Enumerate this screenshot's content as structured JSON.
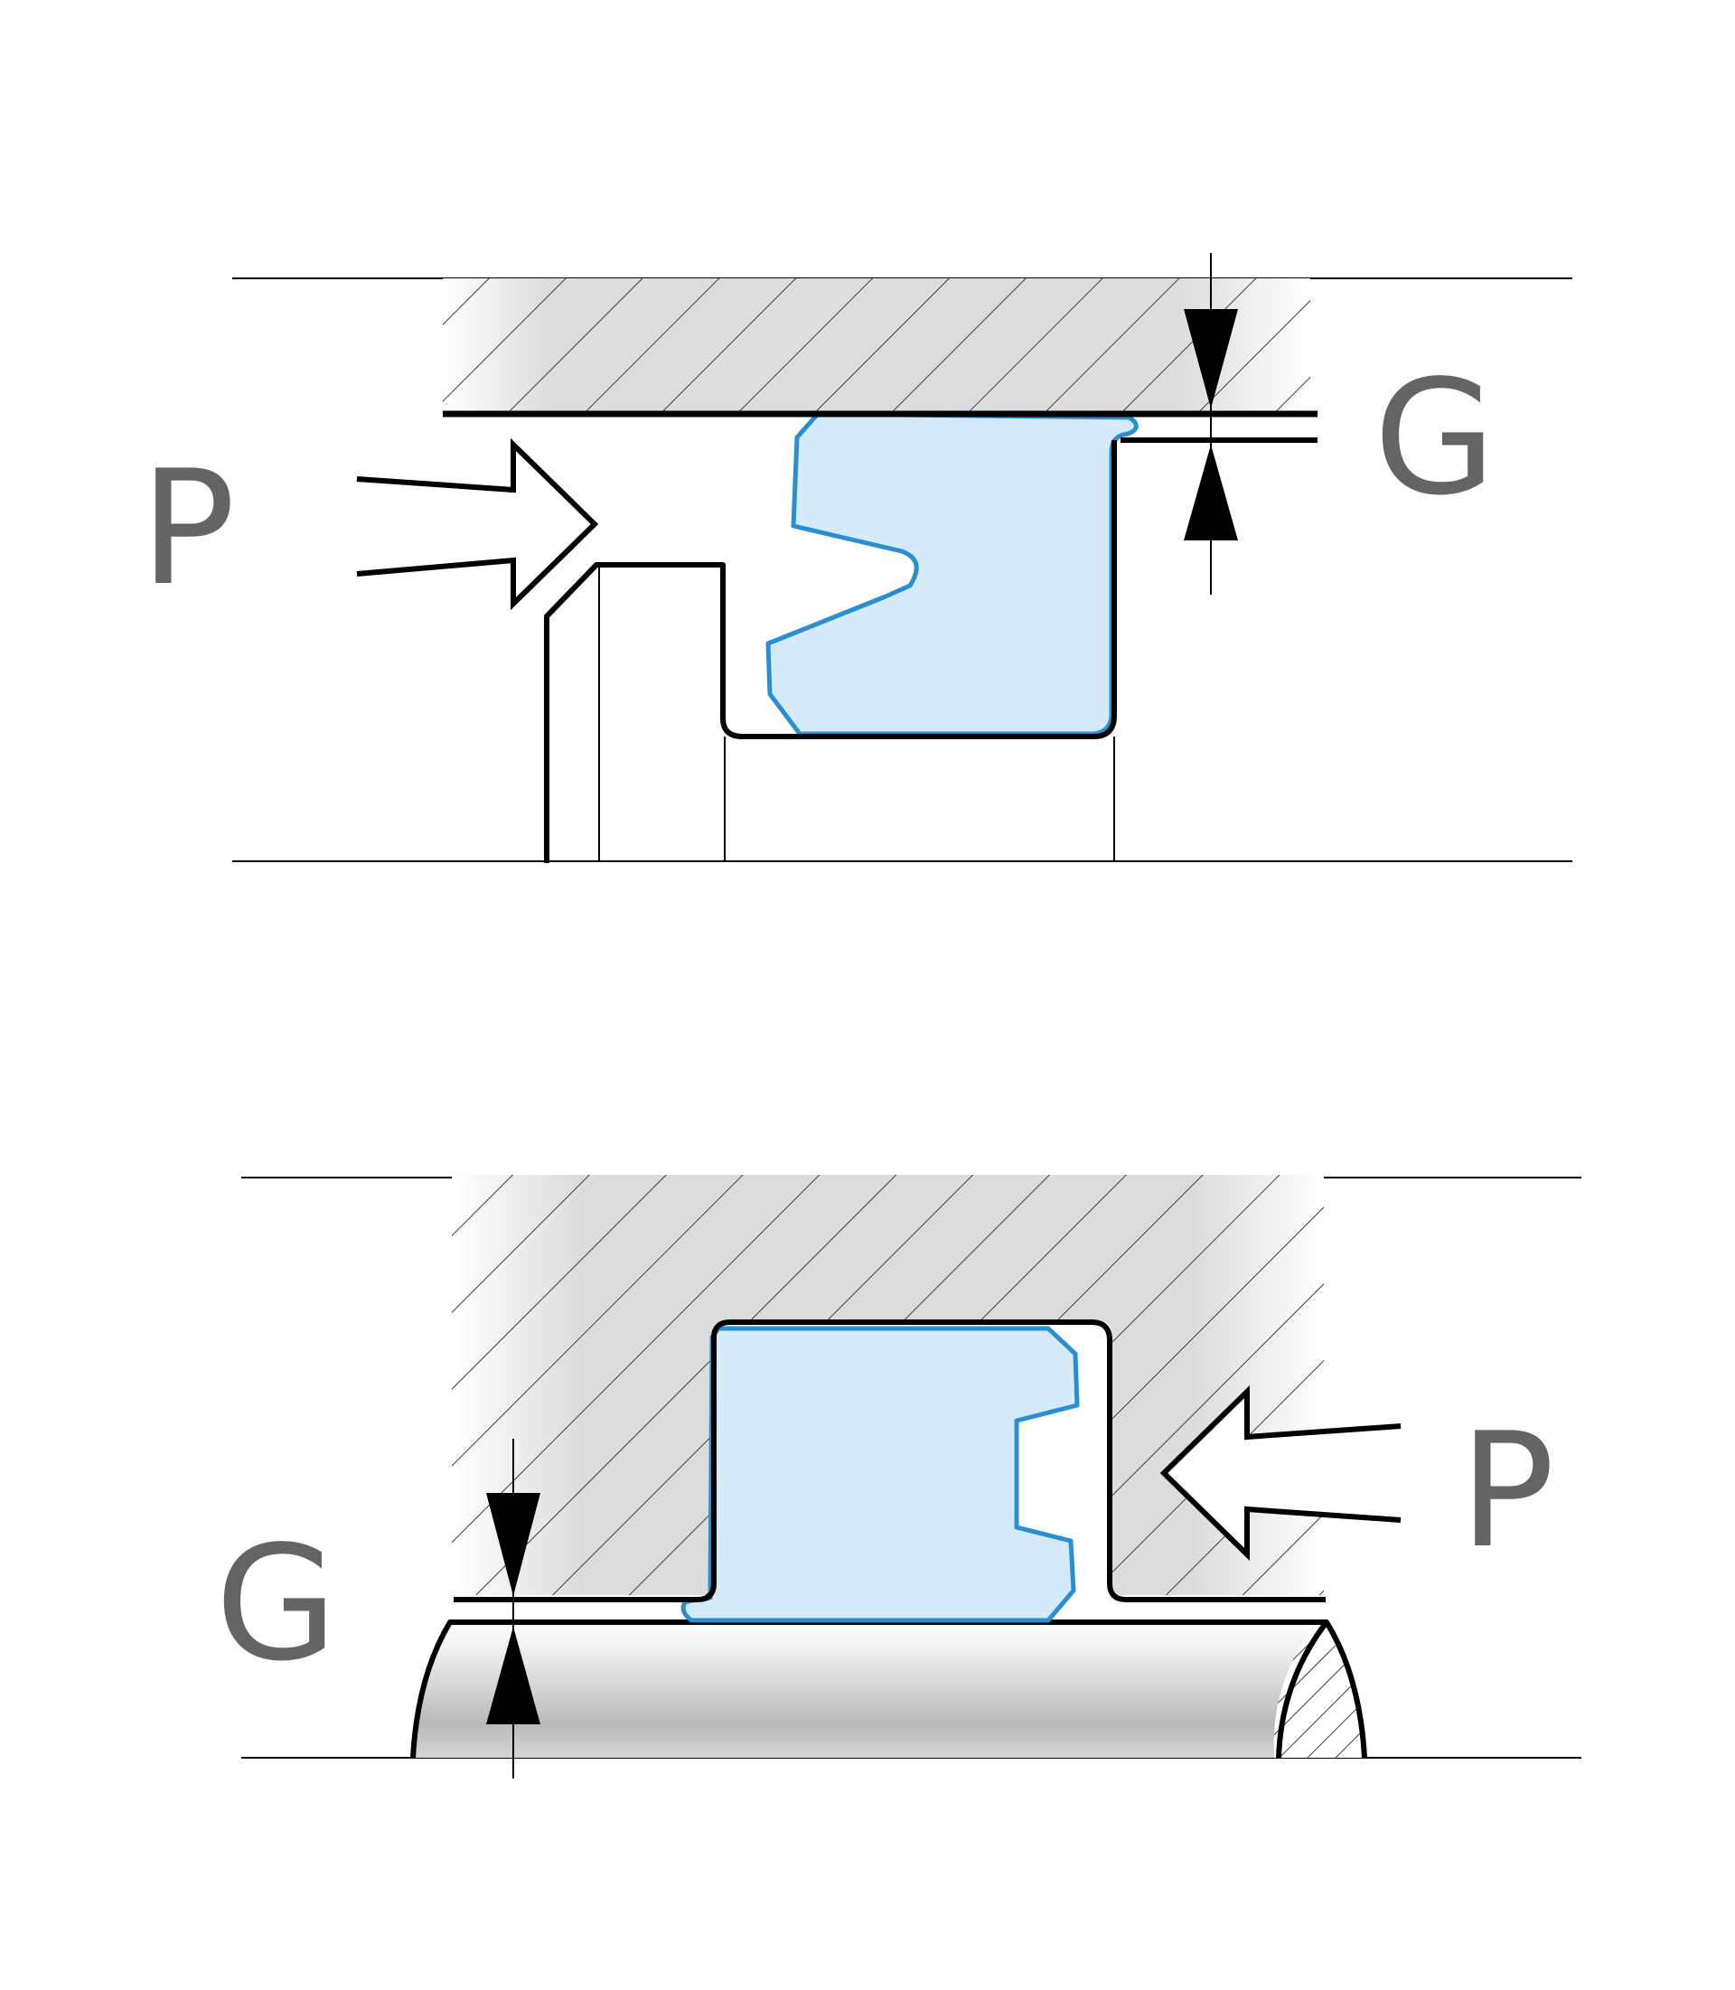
{
  "labels": {
    "top_pressure": "P",
    "top_gap": "G",
    "bottom_pressure": "P",
    "bottom_gap": "G"
  },
  "colors": {
    "line": "#000000",
    "label": "#646464",
    "seal_fill": "#d6ebfa",
    "seal_edge": "#2a8fd0",
    "hatch": "#3c3c3c",
    "housing_shade": "#d9d9d9"
  }
}
